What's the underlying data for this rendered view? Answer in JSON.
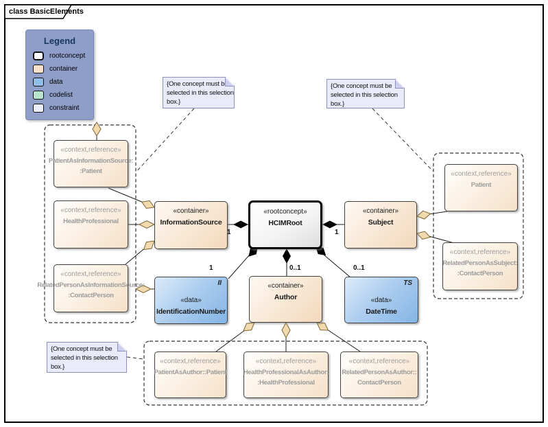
{
  "frame": {
    "label": "class BasicElements"
  },
  "legend": {
    "title": "Legend",
    "items": [
      {
        "label": "rootconcept",
        "color": "#FFFFFF"
      },
      {
        "label": "container",
        "color": "#F8E1C8"
      },
      {
        "label": "data",
        "color": "#8FBEE9"
      },
      {
        "label": "codelist",
        "color": "#B9E5CD"
      },
      {
        "label": "constraint",
        "color": "#EEEFFC"
      }
    ]
  },
  "notes": {
    "selection": {
      "lines": [
        "{One concept must be",
        "selected in this selection",
        "box.}"
      ]
    }
  },
  "nodes": {
    "hcim_root": {
      "stereotype": "«rootconcept»",
      "name": "HCIMRoot"
    },
    "information_source": {
      "stereotype": "«container»",
      "name": "InformationSource"
    },
    "subject": {
      "stereotype": "«container»",
      "name": "Subject"
    },
    "author": {
      "stereotype": "«container»",
      "name": "Author"
    },
    "identification_number": {
      "stereotype": "«data»",
      "name": "IdentificationNumber",
      "datatype": "II"
    },
    "date_time": {
      "stereotype": "«data»",
      "name": "DateTime",
      "datatype": "TS"
    },
    "patient_as_information_source": {
      "stereotype": "«context,reference»",
      "name_lines": [
        "PatientAsInformationSource:",
        ":Patient"
      ]
    },
    "health_professional": {
      "stereotype": "«context,reference»",
      "name_lines": [
        "HealthProfessional"
      ]
    },
    "related_person_as_information_source": {
      "stereotype": "«context,reference»",
      "name_lines": [
        "RelatedPersonAsInformationSource:",
        ":ContactPerson"
      ]
    },
    "patient": {
      "stereotype": "«context,reference»",
      "name_lines": [
        "Patient"
      ]
    },
    "related_person_as_subject": {
      "stereotype": "«context,reference»",
      "name_lines": [
        "RelatedPersonAsSubject:",
        ":ContactPerson"
      ]
    },
    "patient_as_author": {
      "stereotype": "«context,reference»",
      "name_lines": [
        "PatientAsAuthor::Patient"
      ]
    },
    "health_professional_as_author": {
      "stereotype": "«context,reference»",
      "name_lines": [
        "HealthProfessionalAsAuthor:",
        ":HealthProfessional"
      ]
    },
    "related_person_as_author": {
      "stereotype": "«context,reference»",
      "name_lines": [
        "RelatedPersonAsAuthor::",
        "ContactPerson"
      ]
    }
  },
  "multiplicities": {
    "information_source": "1",
    "subject": "1",
    "identification_number": "1",
    "author": "0..1",
    "date_time": "0..1"
  },
  "colors": {
    "container_fill": "#F3D8BC",
    "data_fill": "#8FBCE8",
    "codelist_fill": "#B9E5CD",
    "constraint_fill": "#EEEFFC",
    "aggregation_diamond": "#F2DAAE",
    "legend_background": "#8E9EC9",
    "note_background": "#EAEBFA"
  }
}
